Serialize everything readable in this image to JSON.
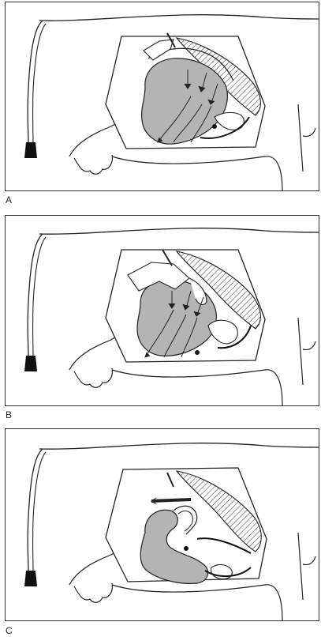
{
  "figure": {
    "panels": [
      {
        "label": "A"
      },
      {
        "label": "B"
      },
      {
        "label": "C"
      }
    ],
    "colors": {
      "line": "#222222",
      "organ_fill": "#b4b4b4",
      "background": "#ffffff",
      "hatch": "#333333"
    }
  }
}
